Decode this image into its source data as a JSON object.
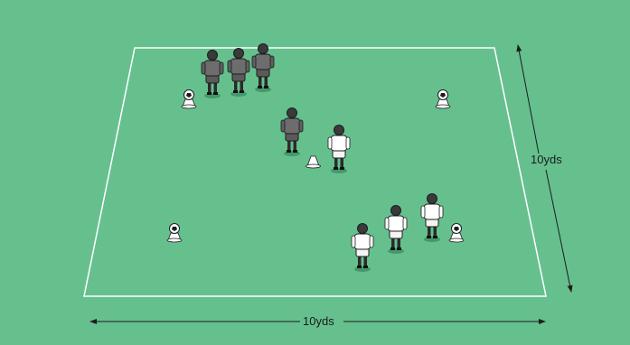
{
  "drill": {
    "width_label": "10yds",
    "length_label": "10yds"
  },
  "colors": {
    "pitch": "#65c08e",
    "lines": "#ffffff",
    "team_dark": "#6d6d6d",
    "team_light": "#ffffff",
    "outline": "#1c1c1c",
    "arrow": "#1c1c1c"
  },
  "elements": {
    "dark_players": 4,
    "light_players": 4,
    "balls_on_cones": 4,
    "cones": 1
  }
}
